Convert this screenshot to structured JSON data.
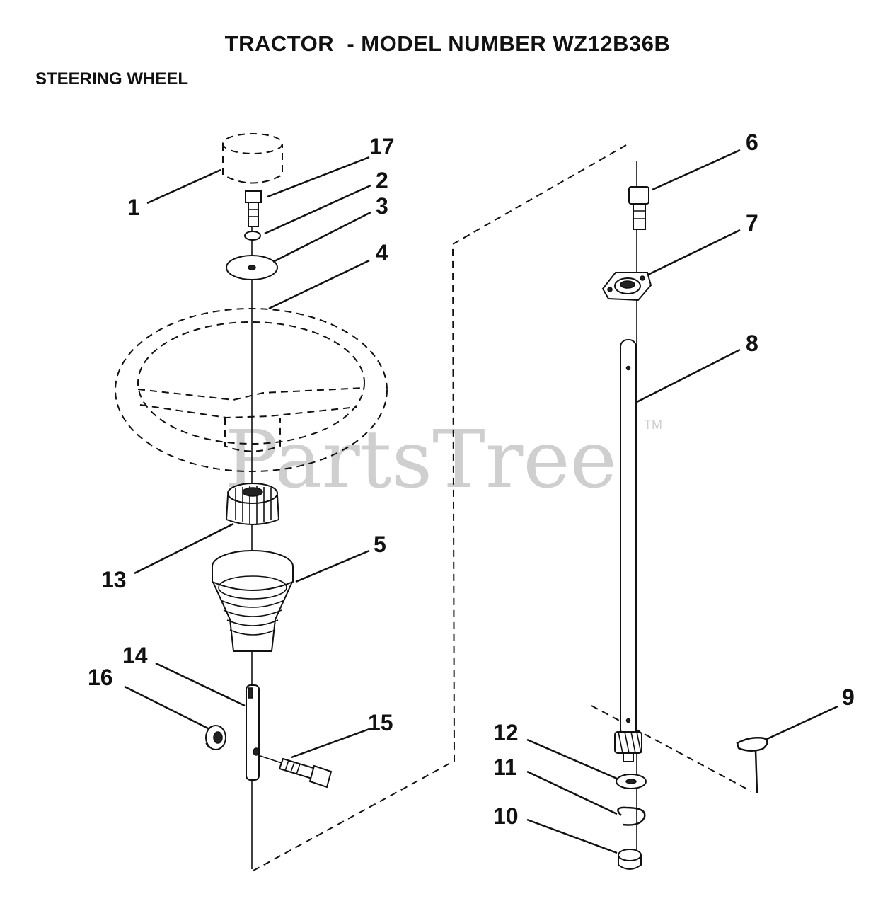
{
  "header": {
    "title": "TRACTOR  - MODEL NUMBER WZ12B36B",
    "section": "STEERING WHEEL"
  },
  "watermark": {
    "text": "PartsTree",
    "trademark": "TM"
  },
  "callouts": {
    "p1": "1",
    "p2": "2",
    "p3": "3",
    "p4": "4",
    "p5": "5",
    "p6": "6",
    "p7": "7",
    "p8": "8",
    "p9": "9",
    "p10": "10",
    "p11": "11",
    "p12": "12",
    "p13": "13",
    "p14": "14",
    "p15": "15",
    "p16": "16",
    "p17": "17"
  }
}
